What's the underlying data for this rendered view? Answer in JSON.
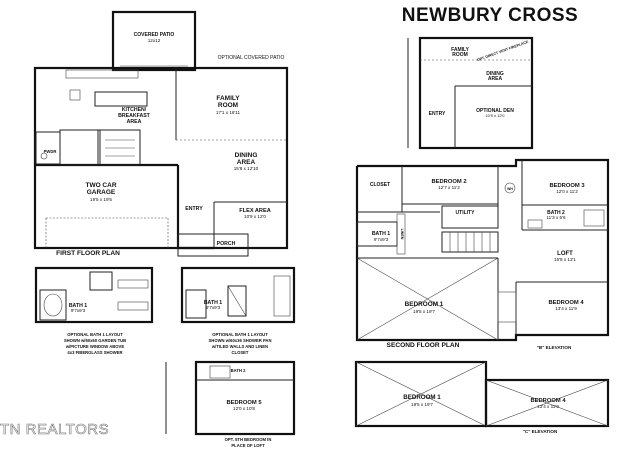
{
  "title": "NEWBURY CROSS",
  "watermark": "TN REALTORS",
  "first_floor": {
    "caption": "FIRST FLOOR PLAN",
    "covered_patio": {
      "name": "COVERED PATIO",
      "size": "12x12"
    },
    "optional_covered_patio": "OPTIONAL COVERED PATIO",
    "kitchen": {
      "name": "KITCHEN/",
      "name2": "BREAKFAST",
      "name3": "AREA"
    },
    "family_room": {
      "name": "FAMILY",
      "name2": "ROOM",
      "size": "17'1 x 16'11"
    },
    "dining": {
      "name": "DINING",
      "name2": "AREA",
      "size": "15'8 x 12'10"
    },
    "garage": {
      "name": "TWO CAR",
      "name2": "GARAGE",
      "size": "19'5 x 19'5"
    },
    "flex": {
      "name": "FLEX AREA",
      "size": "10'9 x 12'0"
    },
    "entry": "ENTRY",
    "porch": "PORCH",
    "pwdr": "PWDR"
  },
  "optional_bath_tub": {
    "room": "BATH 1",
    "size": "9'7x9'3",
    "caption": [
      "OPTIONAL BATH 1 LAYOUT",
      "SHOWN w/60x60 GARDEN TUB",
      "w/PICTURE WINDOW ABOVE",
      "4x3 FIBERGLASS SHOWER"
    ]
  },
  "optional_bath_shower": {
    "room": "BATH 1",
    "size": "9'7x9'3",
    "caption": [
      "OPTIONAL BATH 1 LAYOUT",
      "SHOWN w/60x36 SHOWER PAN",
      "w/TILED WALLS AND LINEN",
      "CLOSET"
    ]
  },
  "optional_bedroom5": {
    "bath": "BATH 2",
    "room": "BEDROOM 5",
    "size": "12'0 x 10'8",
    "caption": [
      "OPT. 5TH BEDROOM IN",
      "PLACE OF LOFT"
    ]
  },
  "elevation_b_first": {
    "family": {
      "name": "FAMILY",
      "name2": "ROOM"
    },
    "fireplace": "OPT. DIRECT VENT FIREPLACE",
    "dining": {
      "name": "DINING",
      "name2": "AREA"
    },
    "den": {
      "name": "OPTIONAL DEN",
      "size": "10'9 x 12'0"
    },
    "entry": "ENTRY"
  },
  "second_floor": {
    "caption": "SECOND FLOOR PLAN",
    "closet": "CLOSET",
    "bedroom2": {
      "name": "BEDROOM 2",
      "size": "12'7 x 11'2"
    },
    "bedroom3": {
      "name": "BEDROOM 3",
      "size": "12'0 x 11'2"
    },
    "bath1": {
      "name": "BATH 1",
      "size": "9'7x9'3"
    },
    "utility": "UTILITY",
    "bath2": {
      "name": "BATH 2",
      "size": "11'3 x 5'6"
    },
    "loft": {
      "name": "LOFT",
      "size": "15'8 x 13'1"
    },
    "bedroom1": {
      "name": "BEDROOM 1",
      "size": "19'5 x 19'7"
    },
    "bedroom4": {
      "name": "BEDROOM 4",
      "size": "13'4 x 11'9"
    },
    "linen": "LINEN",
    "wh": "WH",
    "elevation_b": "\"B\" ELEVATION"
  },
  "elevation_c": {
    "bedroom1": {
      "name": "BEDROOM 1",
      "size": "19'5 x 19'7"
    },
    "bedroom4": {
      "name": "BEDROOM 4",
      "size": "13'4 x 11'9"
    },
    "caption": "\"C\" ELEVATION"
  }
}
